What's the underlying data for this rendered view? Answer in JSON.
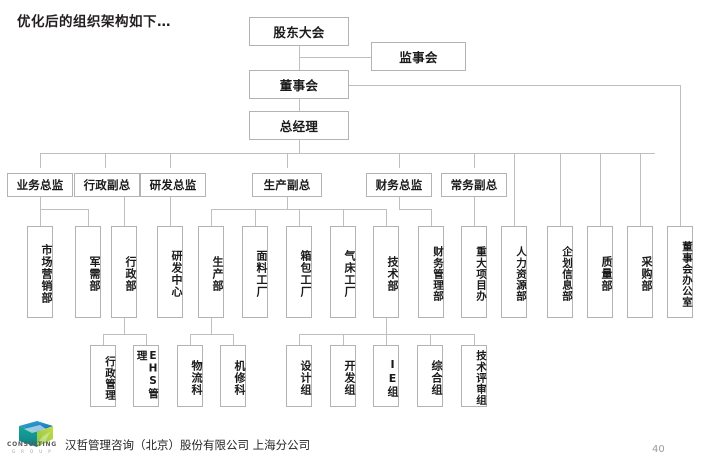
{
  "slide": {
    "title": "优化后的组织架构如下…",
    "page_number": "40",
    "line_color": "#bfbfbf",
    "box_border_color": "#b3b3b3",
    "text_color": "#1a1a1a"
  },
  "footer": {
    "logo_word": "CONSULTING",
    "logo_sub": "G R O U P",
    "company": "汉哲管理咨询（北京）股份有限公司 上海分公司",
    "logo_colors": [
      "#19a3c9",
      "#2f6fb5",
      "#7dc242",
      "#b9d646",
      "#1f9e8f"
    ]
  },
  "chart_data": {
    "type": "org-chart",
    "levels": {
      "governance": [
        {
          "id": "shareholders",
          "label": "股东大会"
        },
        {
          "id": "supervisory",
          "label": "监事会"
        },
        {
          "id": "board",
          "label": "董事会"
        },
        {
          "id": "gm",
          "label": "总经理"
        }
      ],
      "directors": [
        {
          "id": "biz-dir",
          "label": "业务总监"
        },
        {
          "id": "admin-vp",
          "label": "行政副总"
        },
        {
          "id": "rd-dir",
          "label": "研发总监"
        },
        {
          "id": "prod-vp",
          "label": "生产副总"
        },
        {
          "id": "fin-dir",
          "label": "财务总监"
        },
        {
          "id": "exec-vp",
          "label": "常务副总"
        }
      ],
      "departments": [
        {
          "id": "marketing",
          "label": "市场营销部",
          "parent": "biz-dir"
        },
        {
          "id": "military",
          "label": "军需部",
          "parent": "biz-dir"
        },
        {
          "id": "admin-dept",
          "label": "行政部",
          "parent": "admin-vp"
        },
        {
          "id": "rd-center",
          "label": "研发中心",
          "parent": "rd-dir"
        },
        {
          "id": "prod-dept",
          "label": "生产部",
          "parent": "prod-vp"
        },
        {
          "id": "fabric-factory",
          "label": "面料工厂",
          "parent": "prod-vp"
        },
        {
          "id": "bag-factory",
          "label": "箱包工厂",
          "parent": "prod-vp"
        },
        {
          "id": "airbed-factory",
          "label": "气床工厂",
          "parent": "prod-vp"
        },
        {
          "id": "tech-dept",
          "label": "技术部",
          "parent": "prod-vp"
        },
        {
          "id": "fin-mgmt",
          "label": "财务管理部",
          "parent": "fin-dir"
        },
        {
          "id": "major-project",
          "label": "重大项目办",
          "parent": "exec-vp"
        },
        {
          "id": "hr",
          "label": "人力资源部",
          "parent": "gm"
        },
        {
          "id": "planning-info",
          "label": "企划信息部",
          "parent": "gm"
        },
        {
          "id": "quality",
          "label": "质量部",
          "parent": "gm"
        },
        {
          "id": "purchasing",
          "label": "采购部",
          "parent": "gm"
        },
        {
          "id": "board-office",
          "label": "董事会办公室",
          "parent": "gm"
        }
      ],
      "sections": [
        {
          "id": "admin-mgmt",
          "label": "行政管理",
          "parent": "admin-dept"
        },
        {
          "id": "ehs-mgmt",
          "label": "EHS管理",
          "parent": "admin-dept"
        },
        {
          "id": "logistics",
          "label": "物流科",
          "parent": "prod-dept"
        },
        {
          "id": "maintenance",
          "label": "机修科",
          "parent": "prod-dept"
        },
        {
          "id": "design-team",
          "label": "设计组",
          "parent": "tech-dept"
        },
        {
          "id": "dev-team",
          "label": "开发组",
          "parent": "tech-dept"
        },
        {
          "id": "ie-team",
          "label": "IE组",
          "parent": "tech-dept"
        },
        {
          "id": "general-team",
          "label": "综合组",
          "parent": "tech-dept"
        },
        {
          "id": "tech-review",
          "label": "技术评审组",
          "parent": "tech-dept"
        }
      ]
    }
  }
}
